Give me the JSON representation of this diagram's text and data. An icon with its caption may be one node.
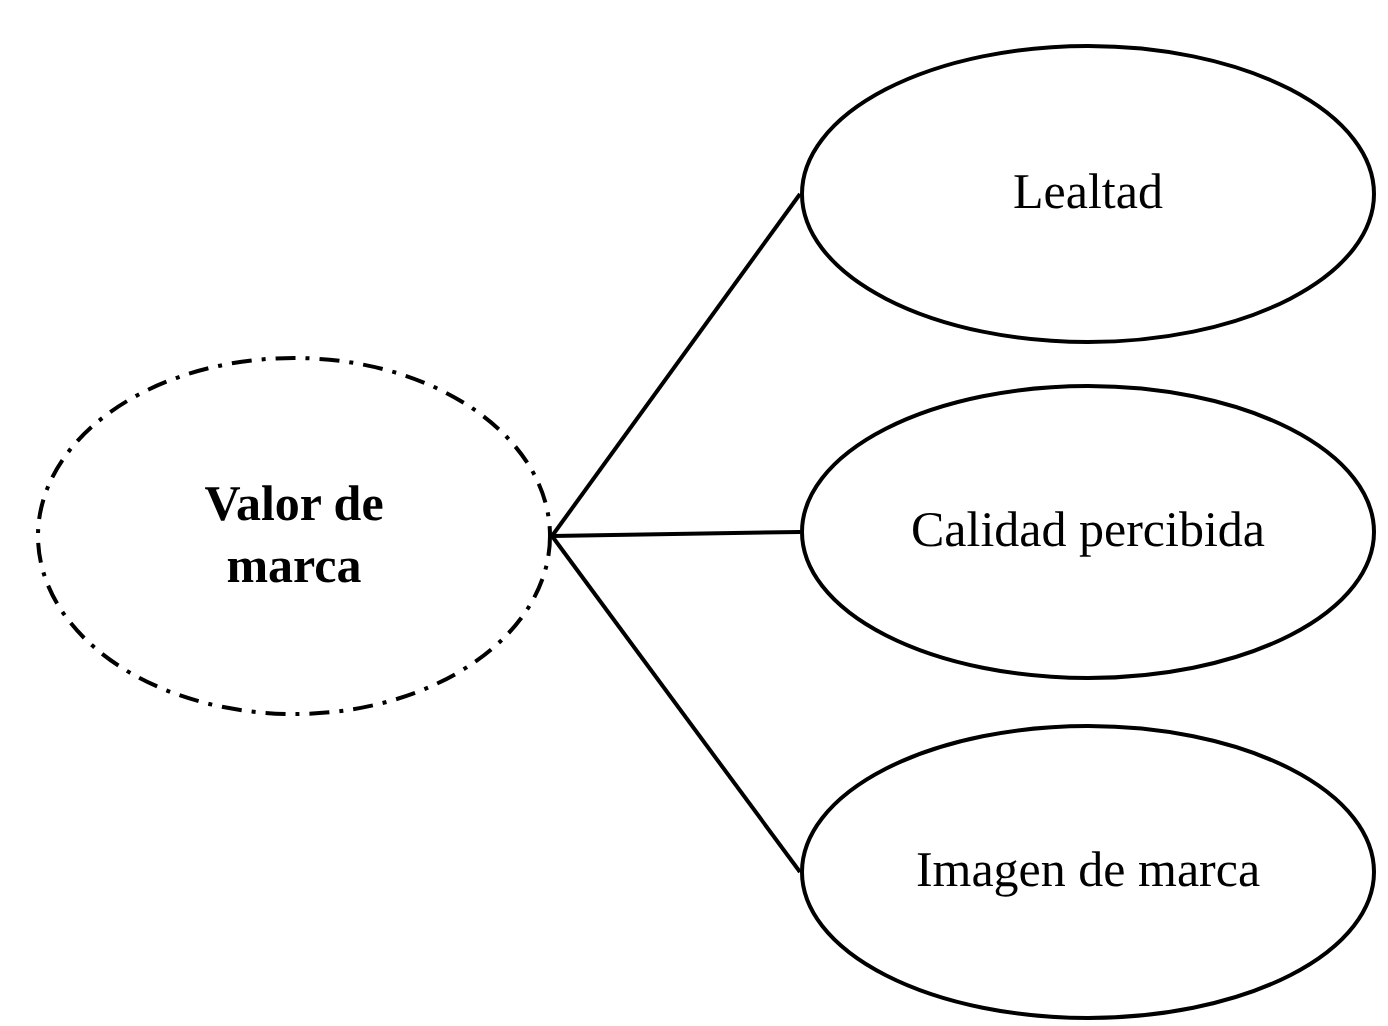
{
  "diagram": {
    "nodes": [
      {
        "text": [
          "Valor de marca"
        ]
      },
      {
        "text": [
          "Lealtad"
        ]
      },
      {
        "text": [
          "Calidad percibida"
        ]
      },
      {
        "text": [
          "Imagen de marca"
        ]
      }
    ],
    "edges": [
      {
        "from": 0,
        "to": 1,
        "arrow": "none"
      },
      {
        "from": 0,
        "to": 2,
        "arrow": "none"
      },
      {
        "from": 0,
        "to": 3,
        "arrow": "none"
      }
    ]
  }
}
